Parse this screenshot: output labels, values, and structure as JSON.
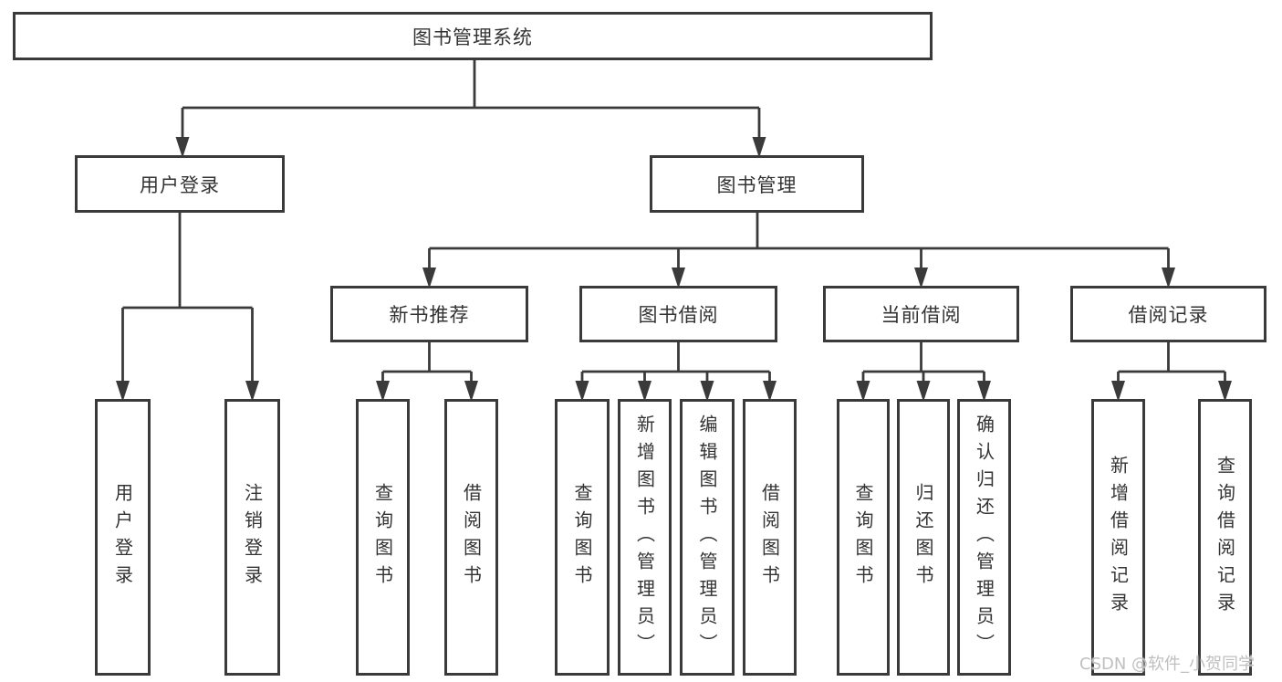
{
  "tree": {
    "root": {
      "label": "图书管理系统",
      "children": [
        {
          "label": "用户登录",
          "children": [
            {
              "label": "用户登录"
            },
            {
              "label": "注销登录"
            }
          ]
        },
        {
          "label": "图书管理",
          "children": [
            {
              "label": "新书推荐",
              "children": [
                {
                  "label": "查询图书"
                },
                {
                  "label": "借阅图书"
                }
              ]
            },
            {
              "label": "图书借阅",
              "children": [
                {
                  "label": "查询图书"
                },
                {
                  "label": "新增图书（管理员）"
                },
                {
                  "label": "编辑图书（管理员）"
                },
                {
                  "label": "借阅图书"
                }
              ]
            },
            {
              "label": "当前借阅",
              "children": [
                {
                  "label": "查询图书"
                },
                {
                  "label": "归还图书"
                },
                {
                  "label": "确认归还（管理员）"
                }
              ]
            },
            {
              "label": "借阅记录",
              "children": [
                {
                  "label": "新增借阅记录"
                },
                {
                  "label": "查询借阅记录"
                }
              ]
            }
          ]
        }
      ]
    },
    "watermark": "CSDN @软件_小贺同学"
  },
  "colors": {
    "line": "#3a3a3a",
    "box_border": "#3a3a3a",
    "text": "#333333",
    "watermark": "#bfbfbf",
    "background": "#ffffff"
  }
}
